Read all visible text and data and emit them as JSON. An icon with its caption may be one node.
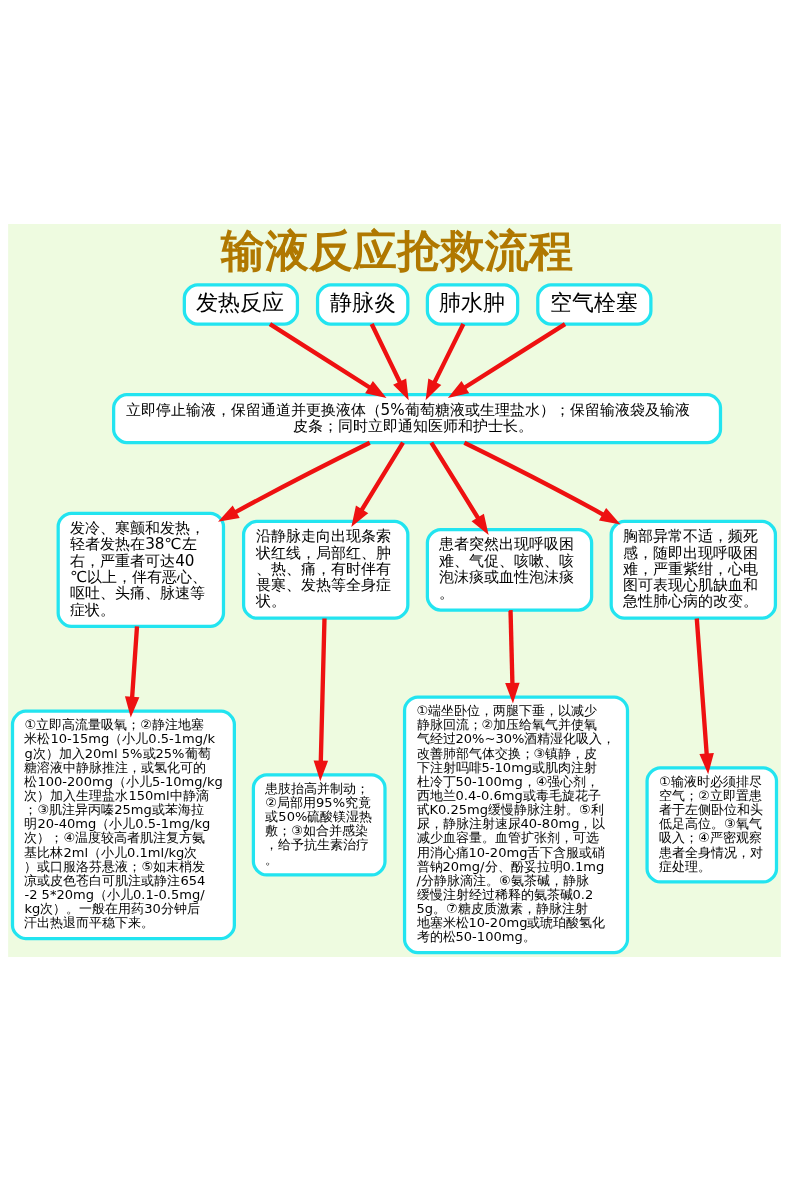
{
  "diagram": {
    "title": "输液反应抢救流程",
    "nodes": [
      {
        "text": [
          "发热反应"
        ]
      },
      {
        "text": [
          "静脉炎"
        ]
      },
      {
        "text": [
          "肺水肿"
        ]
      },
      {
        "text": [
          "空气栓塞"
        ]
      },
      {
        "text": [
          "立即停止输液，保留通道并更换液体（5%葡萄糖液或生理盐水）；保留输液袋及输液皮条；同时立即通知医师和护士长。"
        ]
      },
      {
        "text": [
          "发冷、寒颤和发热，轻者发热在38℃左右，严重者可达40℃以上，伴有恶心、呕吐、头痛、脉速等症状。"
        ]
      },
      {
        "text": [
          "沿静脉走向出现条索状红线，局部红、肿、热、痛，有时伴有畏寒、发热等全身症状。"
        ]
      },
      {
        "text": [
          "患者突然出现呼吸困难、气促、咳嗽、咳泡沫痰或血性泡沫痰。"
        ]
      },
      {
        "text": [
          "胸部异常不适，频死感，随即出现呼吸困难，严重紫绀，心电图可表现心肌缺血和急性肺心病的改变。"
        ]
      },
      {
        "text": [
          "①立即高流量吸氧；②静注地塞米松10-15mg（小儿0.5-1mg/kg次）加入20ml 5%或25%葡萄糖溶液中静脉推注，或氢化可的松100-200mg（小儿5-10mg/kg次）加入生理盐水150ml中静滴；③肌注异丙嗪25mg或苯海拉明20-40mg（小儿0.5-1mg/kg次）；④温度较高者肌注复方氨基比林2ml（小儿0.1ml/kg次）或口服洛芬悬液；⑤如末梢发凉或皮色苍白可肌注或静注654-2 5*20mg（小儿0.1-0.5mg/kg次）。一般在用药30分钟后汗出热退而平稳下来。"
        ]
      },
      {
        "text": [
          "患肢抬高并制动；②局部用95%究竟或50%硫酸镁湿热敷；③如合并感染，给予抗生素治疗。"
        ]
      },
      {
        "text": [
          "①端坐卧位，两腿下垂，以减少静脉回流；②加压给氧气并使氧气经过20%~30%酒精湿化吸入，改善肺部气体交换；③镇静，皮下注射吗啡5-10mg或肌肉注射杜冷丁50-100mg，④强心剂，西地兰0.4-0.6mg或毒毛旋花子甙K0.25mg缓慢静脉注射。⑤利尿，静脉注射速尿40-80mg，以减少血容量。血管扩张剂，可选用消心痛10-20mg舌下含服或硝普钠20mg/分、酚妥拉明0.1mg/分静脉滴注。⑥氨茶碱，静脉缓慢注射经过稀释的氨茶碱0.25g。⑦糖皮质激素，静脉注射地塞米松10-20mg或琥珀酸氢化考的松50-100mg。"
        ]
      },
      {
        "text": [
          "①输液时必须排尽空气；②立即置患者于左侧卧位和头低足高位。③氧气吸入；④严密观察患者全身情况，对症处理。"
        ]
      }
    ],
    "edges": [
      {
        "from": 0,
        "to": 4,
        "arrow": "to"
      },
      {
        "from": 1,
        "to": 4,
        "arrow": "to"
      },
      {
        "from": 2,
        "to": 4,
        "arrow": "to"
      },
      {
        "from": 3,
        "to": 4,
        "arrow": "to"
      },
      {
        "from": 4,
        "to": 5,
        "arrow": "to"
      },
      {
        "from": 4,
        "to": 6,
        "arrow": "to"
      },
      {
        "from": 4,
        "to": 7,
        "arrow": "to"
      },
      {
        "from": 4,
        "to": 8,
        "arrow": "to"
      },
      {
        "from": 5,
        "to": 9,
        "arrow": "to"
      },
      {
        "from": 6,
        "to": 10,
        "arrow": "to"
      },
      {
        "from": 7,
        "to": 11,
        "arrow": "to"
      },
      {
        "from": 8,
        "to": 12,
        "arrow": "to"
      }
    ]
  }
}
